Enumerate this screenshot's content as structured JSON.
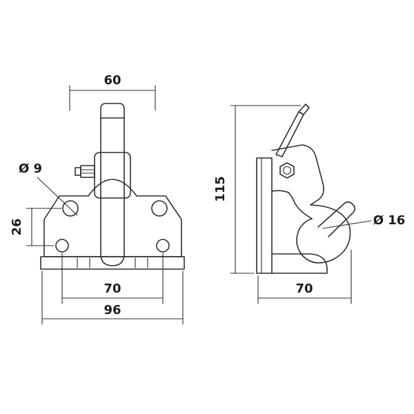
{
  "drawing": {
    "kind": "technical-drawing",
    "line_color": "#2d2d2d",
    "background": "#ffffff",
    "views": {
      "front": {
        "dims": {
          "top_width": "60",
          "hole_diameter": "Ø 9",
          "hole_vertical_spacing": "26",
          "hole_horizontal_spacing": "70",
          "base_width": "96"
        }
      },
      "side": {
        "dims": {
          "height": "115",
          "pin_diameter": "Ø 16",
          "depth": "70"
        }
      }
    }
  }
}
